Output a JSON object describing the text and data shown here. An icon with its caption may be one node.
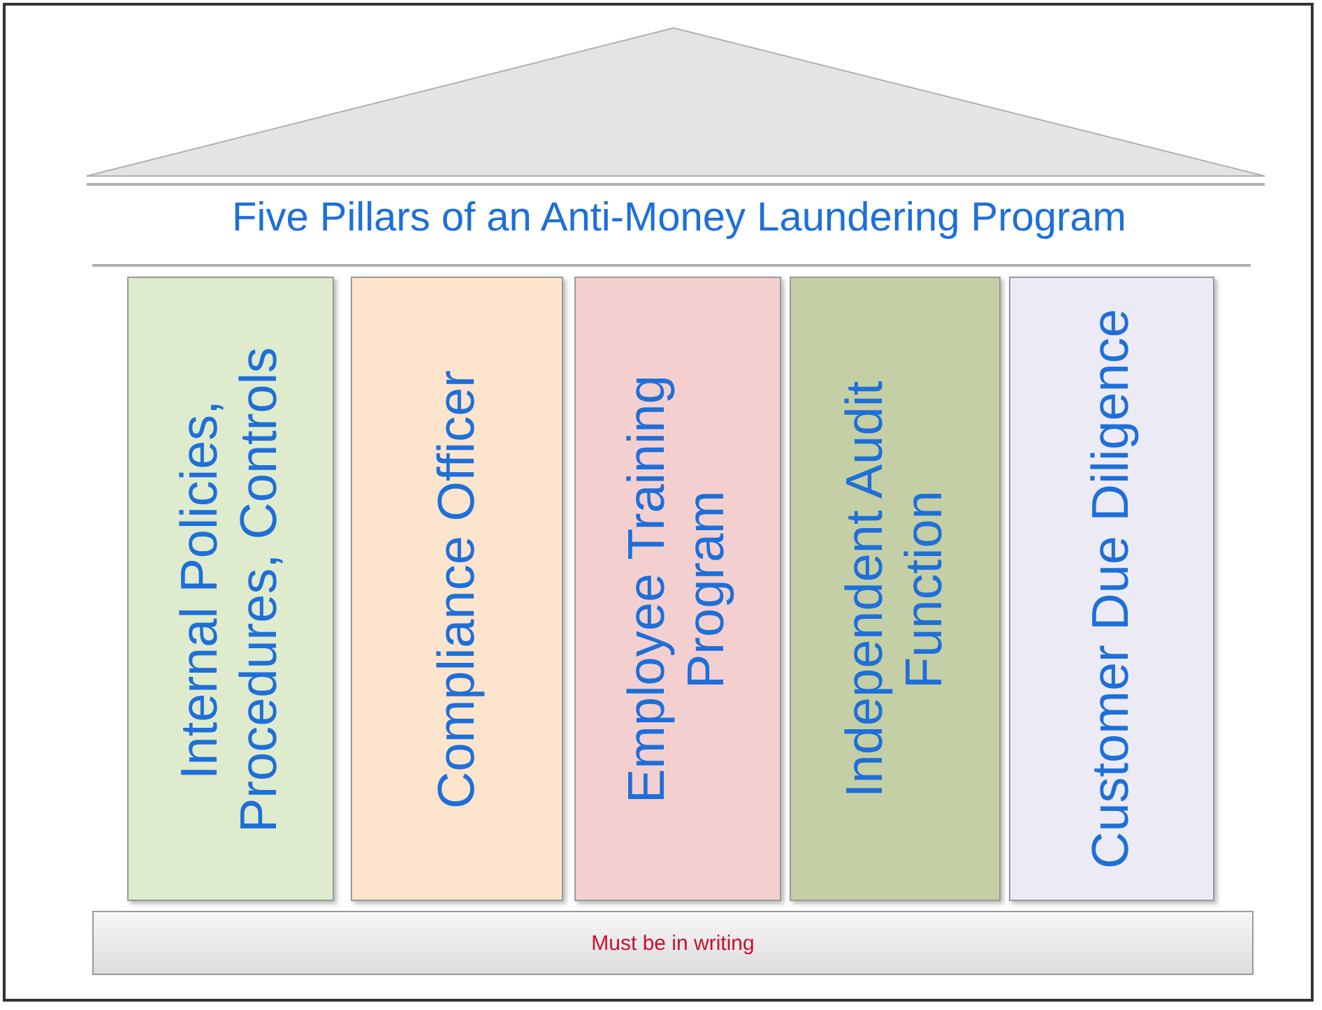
{
  "diagram": {
    "title": "Five Pillars of an Anti-Money Laundering Program",
    "nodes": [
      {
        "text": [
          "Internal Policies, Procedures, Controls"
        ]
      },
      {
        "text": [
          "Compliance Officer"
        ]
      },
      {
        "text": [
          "Employee Training Program"
        ]
      },
      {
        "text": [
          "Independent Audit Function"
        ]
      },
      {
        "text": [
          "Customer Due Diligence"
        ]
      },
      {
        "text": [
          "Must be in writing"
        ]
      }
    ],
    "edges": []
  }
}
